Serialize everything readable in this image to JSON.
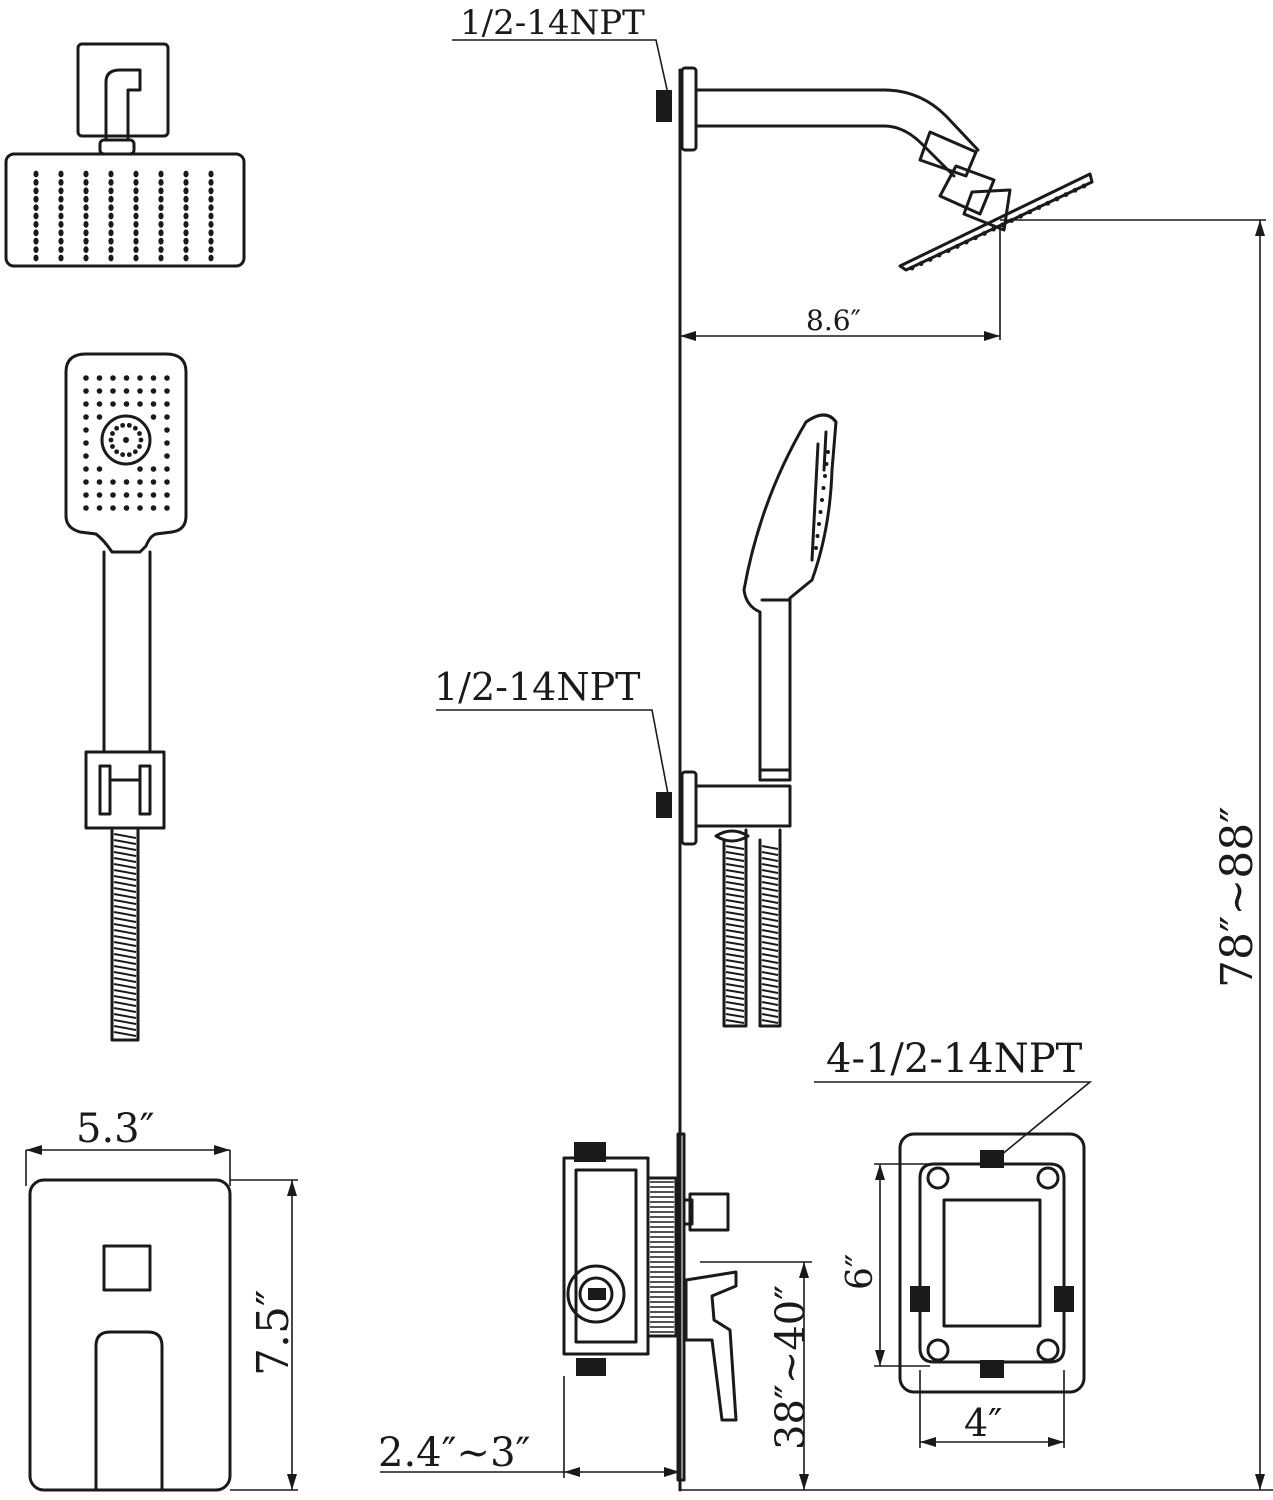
{
  "labels": {
    "npt_top": "1/2-14NPT",
    "npt_mid": "1/2-14NPT",
    "npt_box": "4-1/2-14NPT",
    "arm_length": "8.6″",
    "total_height": "78″~88″",
    "plate_width": "5.3″",
    "plate_height": "7.5″",
    "valve_height": "38″~40″",
    "wall_depth": "2.4″~3″",
    "box_height": "6″",
    "box_width": "4″"
  }
}
